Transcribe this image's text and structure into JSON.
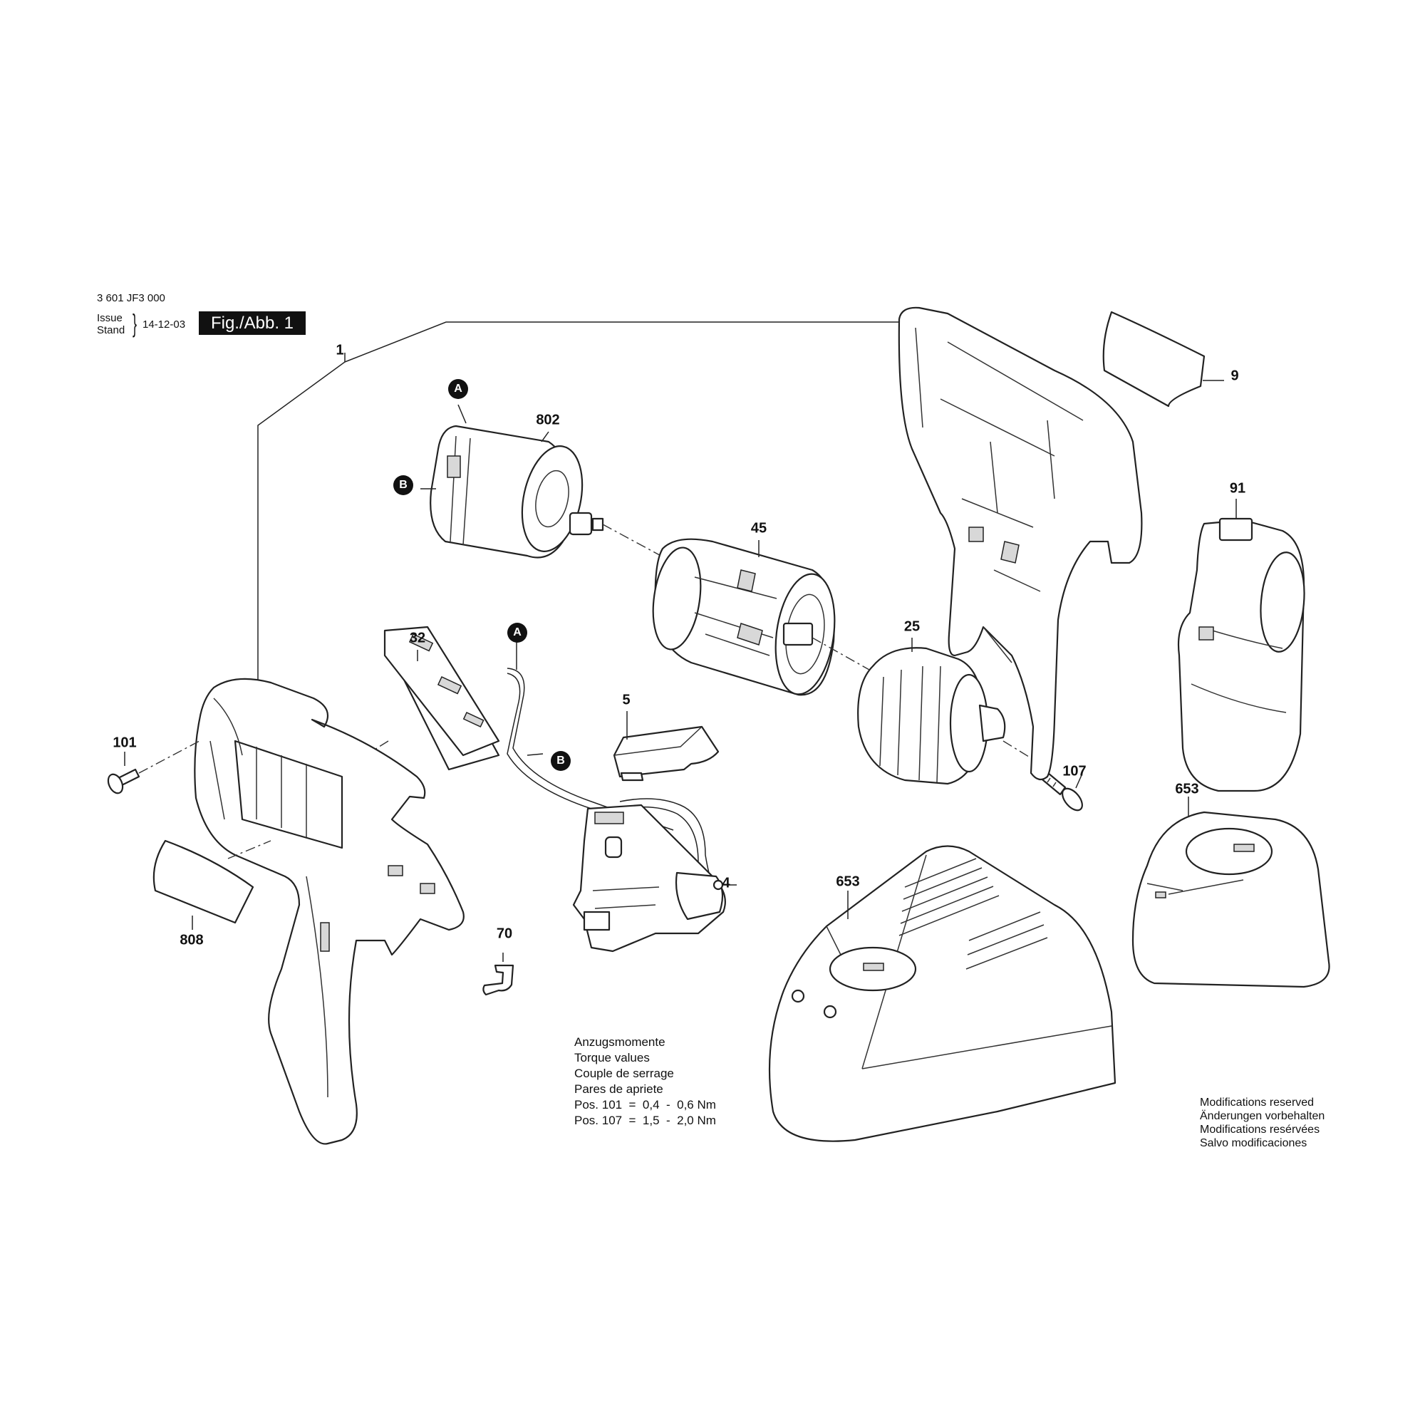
{
  "header": {
    "doc_number": "3 601 JF3 000",
    "issue_label": "Issue",
    "stand_label": "Stand",
    "date": "14-12-03",
    "figure_label": "Fig./Abb. 1"
  },
  "callouts": [
    "1",
    "802",
    "45",
    "25",
    "9",
    "91",
    "32",
    "5",
    "4",
    "70",
    "101",
    "808",
    "107",
    "653",
    "653"
  ],
  "markers": [
    "A",
    "B",
    "A",
    "B"
  ],
  "torque": {
    "lines": [
      "Anzugsmomente",
      "Torque values",
      "Couple de serrage",
      "Pares de apriete",
      "Pos. 101  =  0,4  -  0,6 Nm",
      "Pos. 107  =  1,5  -  2,0 Nm"
    ]
  },
  "modifications": {
    "lines": [
      "Modifications reserved",
      "Änderungen vorbehalten",
      "Modifications resérvées",
      "Salvo modificaciones"
    ]
  }
}
